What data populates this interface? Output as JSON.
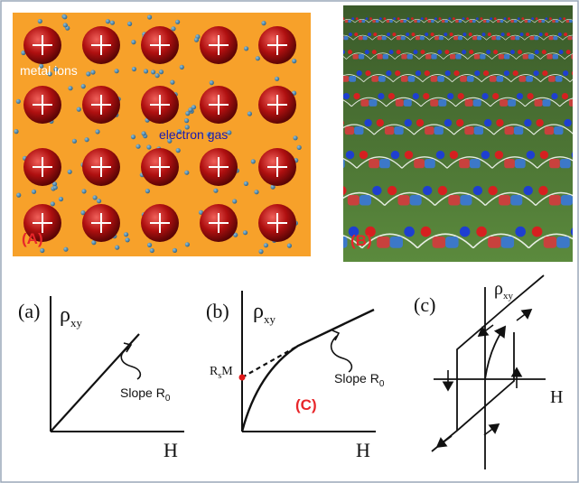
{
  "colors": {
    "frame": "#9aa7b8",
    "metal_bg": "#f7a12a",
    "ion": "#b01010",
    "electron": "#3f7fa6",
    "metal_label": "#ffffff",
    "electron_label": "#1a1ab0",
    "panel_tag": "#e8262a",
    "ground": "#4f7a35",
    "spin_red": "#c8413d",
    "spin_blue": "#3c78c8",
    "ink": "#111111"
  },
  "panel_A": {
    "tag": "(A)",
    "metal_ions_label": "metal ions",
    "electron_gas_label": "electron gas",
    "ion_symbol": "+"
  },
  "panel_B": {
    "tag": "(B)"
  },
  "graph_a": {
    "tag": "(a)",
    "y_axis_label": "ρ",
    "y_axis_sub": "xy",
    "x_axis_label": "H",
    "slope_label": "Slope R",
    "slope_sub": "0"
  },
  "graph_b": {
    "tag": "(b)",
    "y_axis_label": "ρ",
    "y_axis_sub": "xy",
    "x_axis_label": "H",
    "slope_label": "Slope R",
    "slope_sub": "0",
    "intercept_label_main": "R",
    "intercept_label_sub": "s",
    "intercept_label_tail": "M",
    "center_tag": "(C)"
  },
  "graph_c": {
    "tag": "(c)",
    "y_axis_label": "ρ",
    "y_axis_sub": "xy",
    "x_axis_label": "H"
  }
}
